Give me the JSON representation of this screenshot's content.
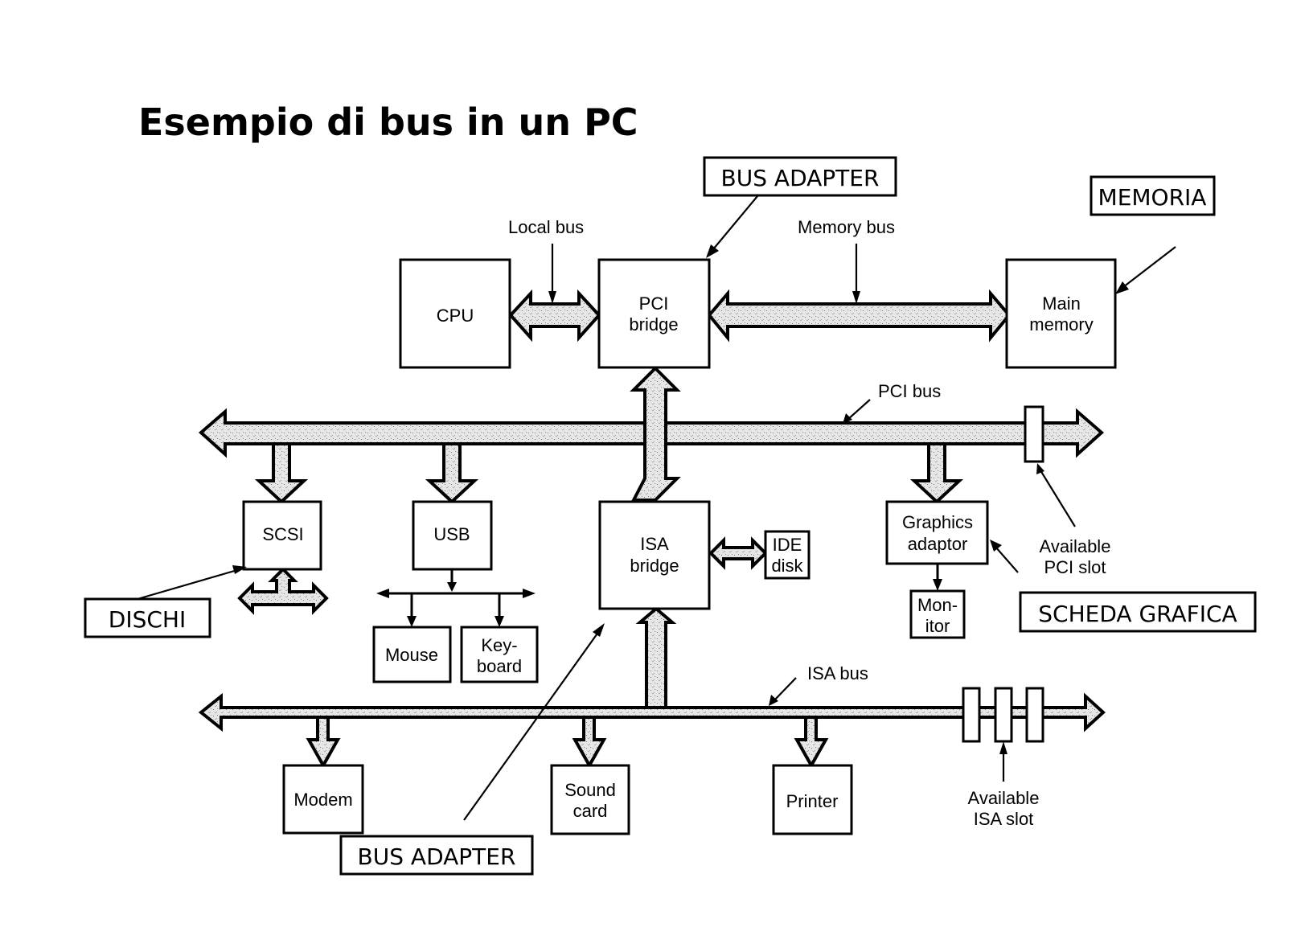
{
  "title": "Esempio di bus in un PC",
  "components": {
    "cpu": "CPU",
    "pci_bridge": [
      "PCI",
      "bridge"
    ],
    "main_memory": [
      "Main",
      "memory"
    ],
    "scsi": "SCSI",
    "usb": "USB",
    "isa_bridge": [
      "ISA",
      "bridge"
    ],
    "ide_disk": [
      "IDE",
      "disk"
    ],
    "graphics_adaptor": [
      "Graphics",
      "adaptor"
    ],
    "monitor": [
      "Mon-",
      "itor"
    ],
    "mouse": "Mouse",
    "keyboard": [
      "Key-",
      "board"
    ],
    "modem": "Modem",
    "sound_card": [
      "Sound",
      "card"
    ],
    "printer": "Printer"
  },
  "bus_labels": {
    "local_bus": "Local bus",
    "memory_bus": "Memory bus",
    "pci_bus": "PCI bus",
    "isa_bus": "ISA bus"
  },
  "slot_labels": {
    "pci_slot": [
      "Available",
      "PCI slot"
    ],
    "isa_slot": [
      "Available",
      "ISA slot"
    ]
  },
  "annotations": {
    "bus_adapter_top": "BUS ADAPTER",
    "memoria": "MEMORIA",
    "dischi": "DISCHI",
    "scheda_grafica": "SCHEDA GRAFICA",
    "bus_adapter_bottom": "BUS ADAPTER"
  }
}
